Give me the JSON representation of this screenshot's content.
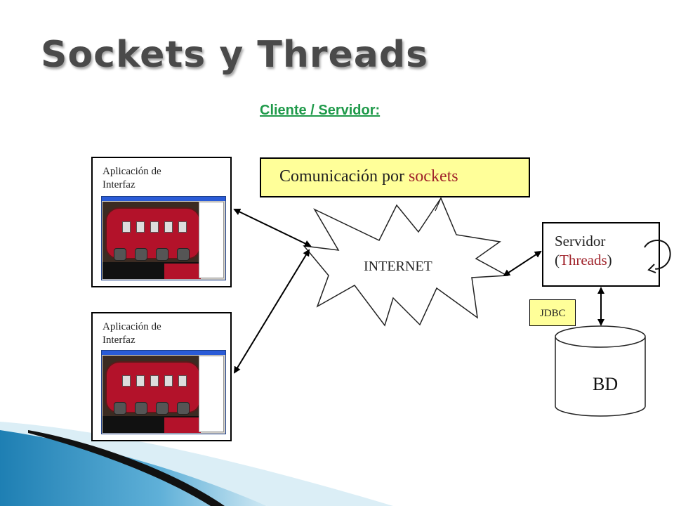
{
  "slide": {
    "title": "Sockets y Threads",
    "subtitle": "Cliente / Servidor:"
  },
  "clients": [
    {
      "label_line1": "Aplicación de",
      "label_line2": "Interfaz"
    },
    {
      "label_line1": "Aplicación de",
      "label_line2": "Interfaz"
    }
  ],
  "communication": {
    "prefix": "Comunicación por ",
    "accent": "sockets"
  },
  "internet": {
    "label": "INTERNET"
  },
  "server": {
    "line1": "Servidor",
    "open_paren": "(",
    "accent": "Threads",
    "close_paren": ")"
  },
  "jdbc": {
    "label": "JDBC"
  },
  "database": {
    "label": "BD"
  },
  "colors": {
    "title": "#4a4a4a",
    "subtitle": "#1f9a4a",
    "highlight_box": "#ffff99",
    "accent_text": "#a0232b"
  }
}
